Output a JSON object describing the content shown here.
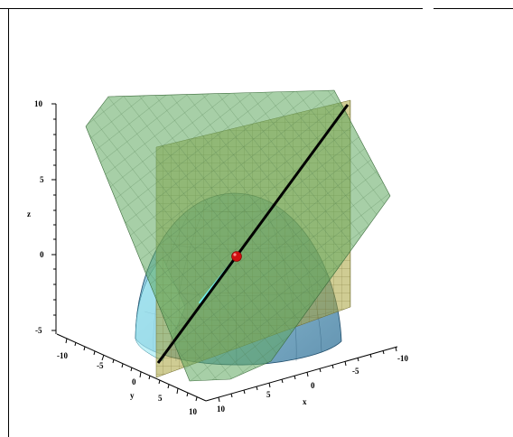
{
  "axes": {
    "z": {
      "label": "z",
      "ticks": [
        "10",
        "5",
        "0",
        "-5"
      ]
    },
    "y": {
      "label": "y",
      "ticks": [
        "-10",
        "-5",
        "0",
        "5",
        "10"
      ]
    },
    "x": {
      "label": "x",
      "ticks": [
        "10",
        "5",
        "0",
        "-5",
        "-10"
      ]
    }
  },
  "colors": {
    "green_plane": "#5fa85f",
    "yellow_plane": "#a8a33a",
    "paraboloid": "#5aa0c8",
    "cyan_highlight": "#6ff0f0",
    "line": "#000000",
    "point": "#d01010"
  }
}
